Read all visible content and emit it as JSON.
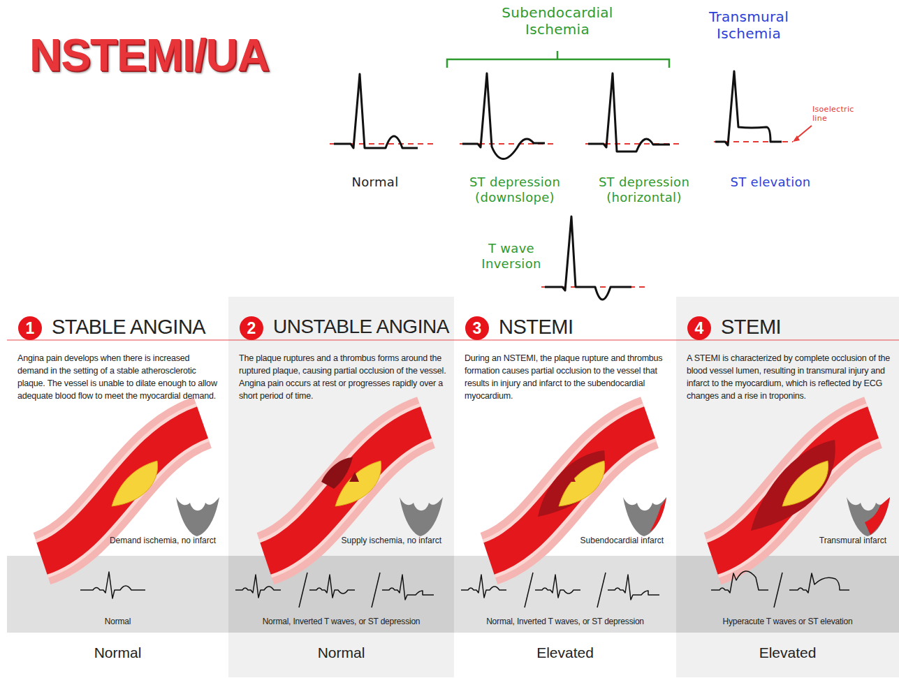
{
  "diagram": {
    "title": "NSTEMI/UA",
    "nodes": [
      {
        "text": [
          "STABLE ANGINA",
          "Angina pain develops when there is increased demand in the setting of a stable atherosclerotic plaque. The vessel is unable to dilate enough to allow adequate blood flow to meet the myocardial demand.",
          "Demand ischemia, no infarct",
          "Normal"
        ]
      },
      {
        "text": [
          "1"
        ],
        "in": 0
      },
      {
        "text": [
          "Normal"
        ],
        "in": 0
      },
      {
        "text": [
          "UNSTABLE ANGINA",
          "The plaque ruptures and a thrombus forms around the ruptured plaque, causing partial occlusion of the vessel. Angina pain occurs at rest or progresses rapidly over a short period of time.",
          "Supply ischemia, no infarct",
          "Normal"
        ]
      },
      {
        "text": [
          "2"
        ],
        "in": 3
      },
      {
        "text": [
          "Normal, Inverted T waves, or ST depression"
        ],
        "in": 3
      },
      {
        "text": [
          "NSTEMI",
          "During an NSTEMI, the plaque rupture and thrombus formation causes partial occlusion to the vessel that results in injury and infarct to the subendocardial myocardium.",
          "Subendocardial infarct",
          "Elevated"
        ]
      },
      {
        "text": [
          "3"
        ],
        "in": 6
      },
      {
        "text": [
          "Normal, Inverted T waves, or ST depression"
        ],
        "in": 6
      },
      {
        "text": [
          "STEMI",
          "A STEMI is characterized by complete occlusion of the blood vessel lumen, resulting in transmural injury and infarct to the myocardium, which is reflected by ECG changes and a rise in troponins.",
          "Transmural infarct",
          "Elevated"
        ]
      },
      {
        "text": [
          "4"
        ],
        "in": 9
      },
      {
        "text": [
          "Hyperacute T waves or ST elevation"
        ],
        "in": 9
      }
    ],
    "labels": [
      "Subendocardial Ischemia",
      "Transmural Ischemia",
      "Isoelectric line",
      "Normal",
      "ST depression (downslope)",
      "ST depression (horizontal)",
      "ST elevation",
      "T wave Inversion"
    ]
  }
}
